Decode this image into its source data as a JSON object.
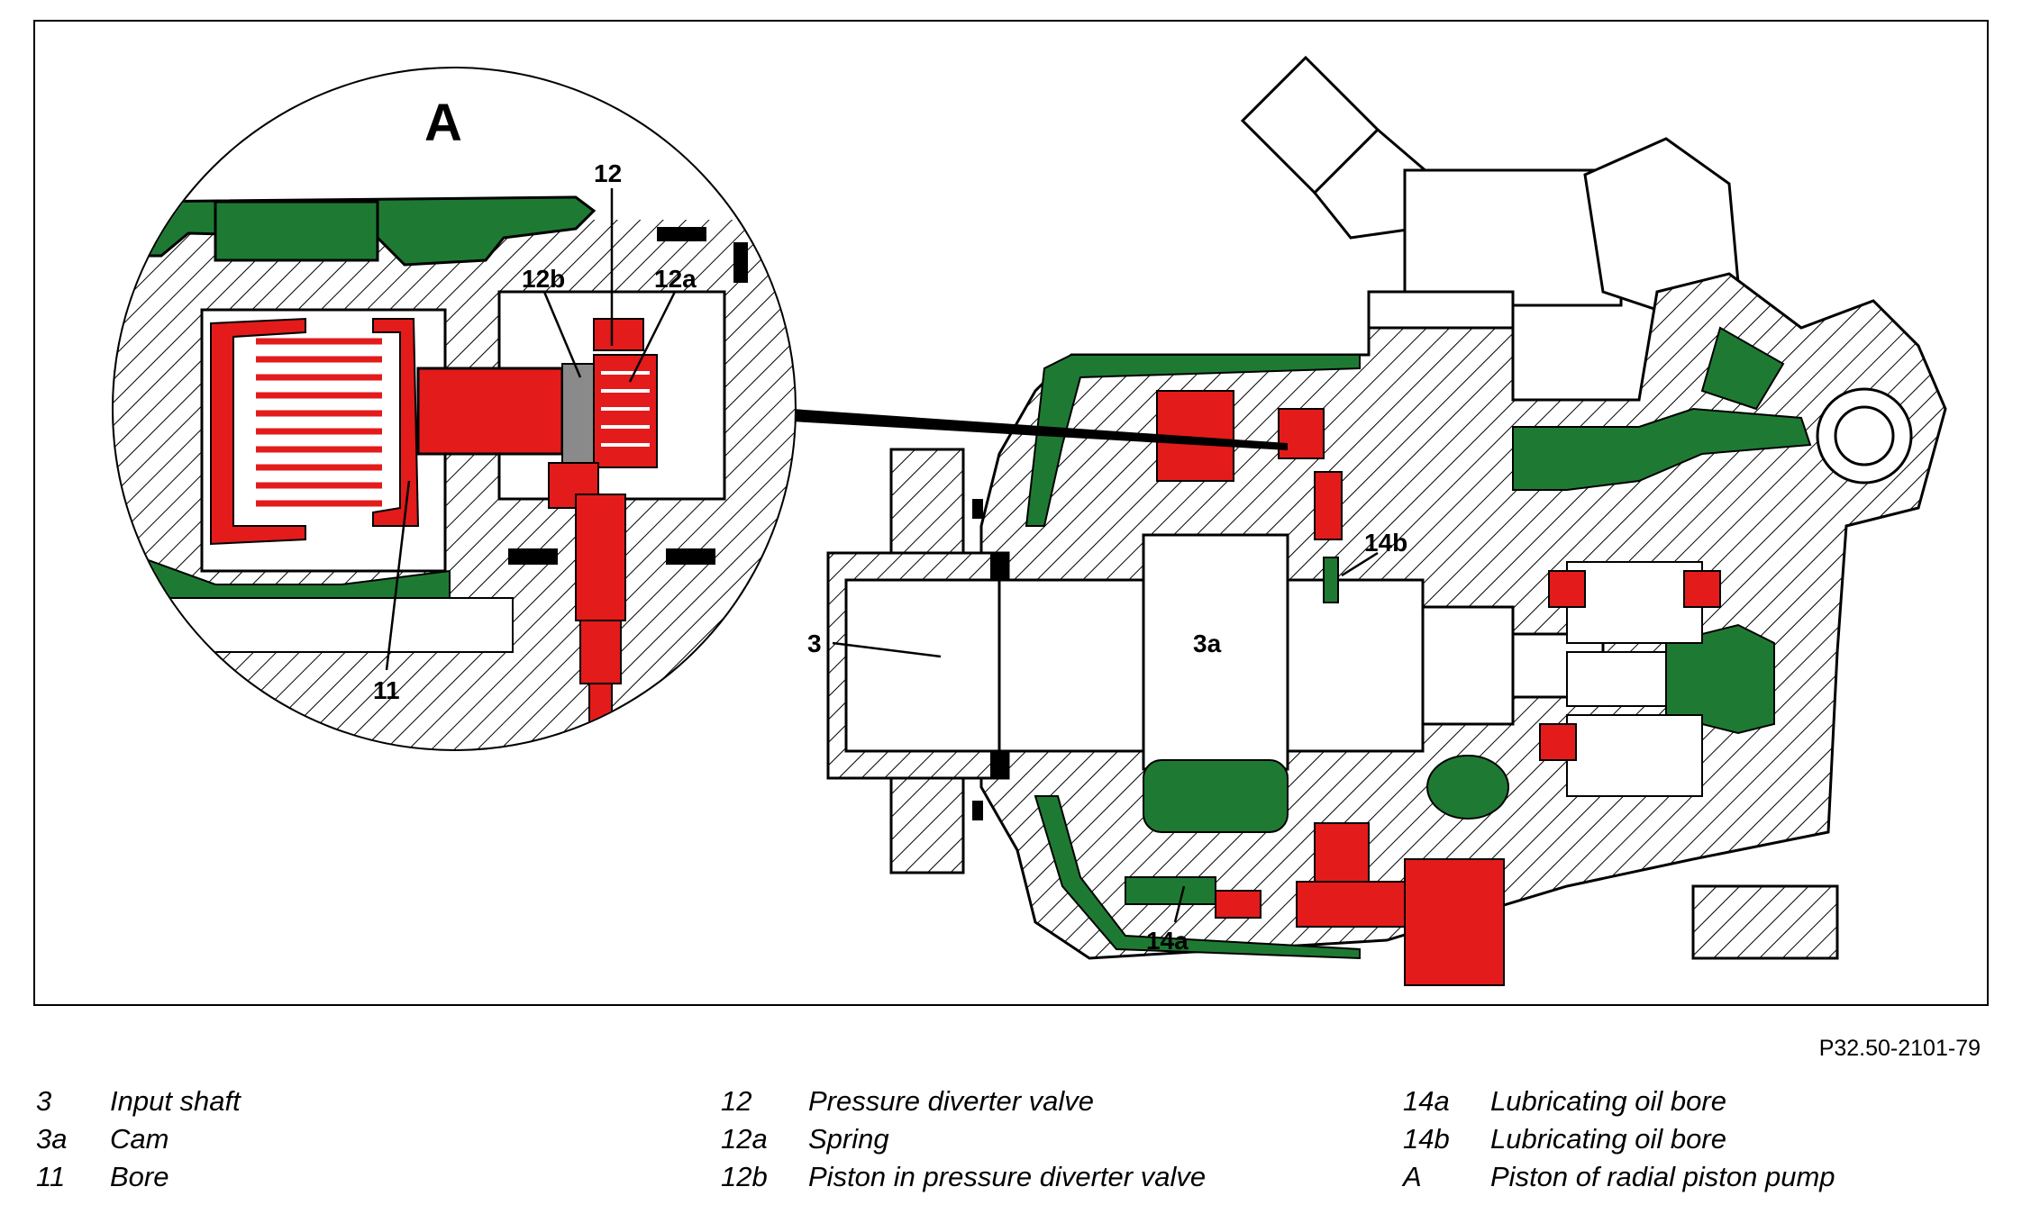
{
  "figure": {
    "code": "P32.50-2101-79",
    "detail_label": "A",
    "callouts": {
      "c12": "12",
      "c12a": "12a",
      "c12b": "12b",
      "c11": "11",
      "c3": "3",
      "c3a": "3a",
      "c14a": "14a",
      "c14b": "14b"
    },
    "colors": {
      "oil_passage": "#1e7a33",
      "valve_parts": "#e31b1b",
      "outline": "#000000",
      "background": "#ffffff"
    }
  },
  "legend": {
    "col1": [
      {
        "num": "3",
        "text": "Input shaft"
      },
      {
        "num": "3a",
        "text": "Cam"
      },
      {
        "num": "11",
        "text": "Bore"
      }
    ],
    "col2": [
      {
        "num": "12",
        "text": "Pressure diverter valve"
      },
      {
        "num": "12a",
        "text": "Spring"
      },
      {
        "num": "12b",
        "text": "Piston in pressure diverter valve"
      }
    ],
    "col3": [
      {
        "num": "14a",
        "text": "Lubricating oil bore"
      },
      {
        "num": "14b",
        "text": "Lubricating oil bore"
      },
      {
        "num": "A",
        "text": "Piston of radial piston pump"
      }
    ]
  }
}
